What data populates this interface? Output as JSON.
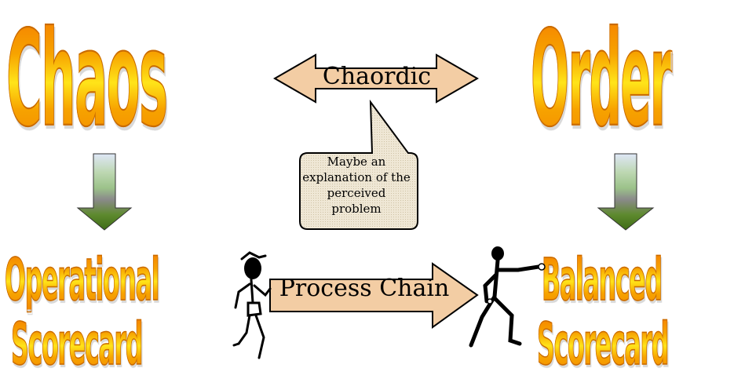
{
  "diagram": {
    "chaos_title": "Chaos",
    "order_title": "Order",
    "left_bottom": {
      "line1": "Operational",
      "line2": "Scorecard"
    },
    "right_bottom": {
      "line1": "Balanced",
      "line2": "Scorecard"
    },
    "chaordic_arrow_label": "Chaordic",
    "callout_text": "Maybe an explanation of the perceived problem",
    "process_arrow_label": "Process Chain"
  },
  "colors": {
    "wordart_orange": "#f7a300",
    "wordart_yellow": "#ffe419",
    "arrow_fill": "#f3cda4",
    "callout_fill": "#ece3cf",
    "down_arrow_top": "#dfe7f7",
    "down_arrow_bottom": "#3e6b16"
  }
}
